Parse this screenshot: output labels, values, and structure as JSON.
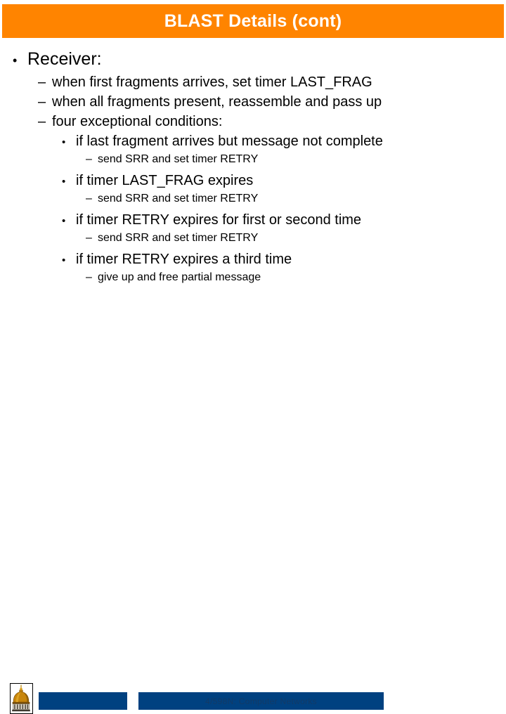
{
  "slide": {
    "title": "BLAST Details (cont)",
    "accent_orange": "#FF8400",
    "accent_blue": "#004180",
    "title_color": "#FFFFFF",
    "body_color": "#000000"
  },
  "outline": [
    {
      "level": 1,
      "marker": "•",
      "text": "Receiver:"
    },
    {
      "level": 2,
      "marker": "–",
      "text": "when first fragments arrives, set timer LAST_FRAG"
    },
    {
      "level": 2,
      "marker": "–",
      "text": "when all fragments present, reassemble and pass up"
    },
    {
      "level": 2,
      "marker": "–",
      "text": "four exceptional conditions:"
    },
    {
      "level": 3,
      "marker": "•",
      "text": "if last fragment arrives but message not complete"
    },
    {
      "level": 4,
      "marker": "–",
      "text": "send SRR and set timer RETRY"
    },
    {
      "level": 3,
      "marker": "•",
      "text": "if timer LAST_FRAG expires"
    },
    {
      "level": 4,
      "marker": "–",
      "text": "send SRR and set timer RETRY"
    },
    {
      "level": 3,
      "marker": "•",
      "text": "if timer RETRY expires for first or second time"
    },
    {
      "level": 4,
      "marker": "–",
      "text": "send SRR and set timer RETRY"
    },
    {
      "level": 3,
      "marker": "•",
      "text": "if timer RETRY expires a third time"
    },
    {
      "level": 4,
      "marker": "–",
      "text": "give up and free partial message"
    }
  ],
  "footer": {
    "course_text": "4/598N: Computer Networks",
    "logo_name": "golden-dome-logo"
  }
}
